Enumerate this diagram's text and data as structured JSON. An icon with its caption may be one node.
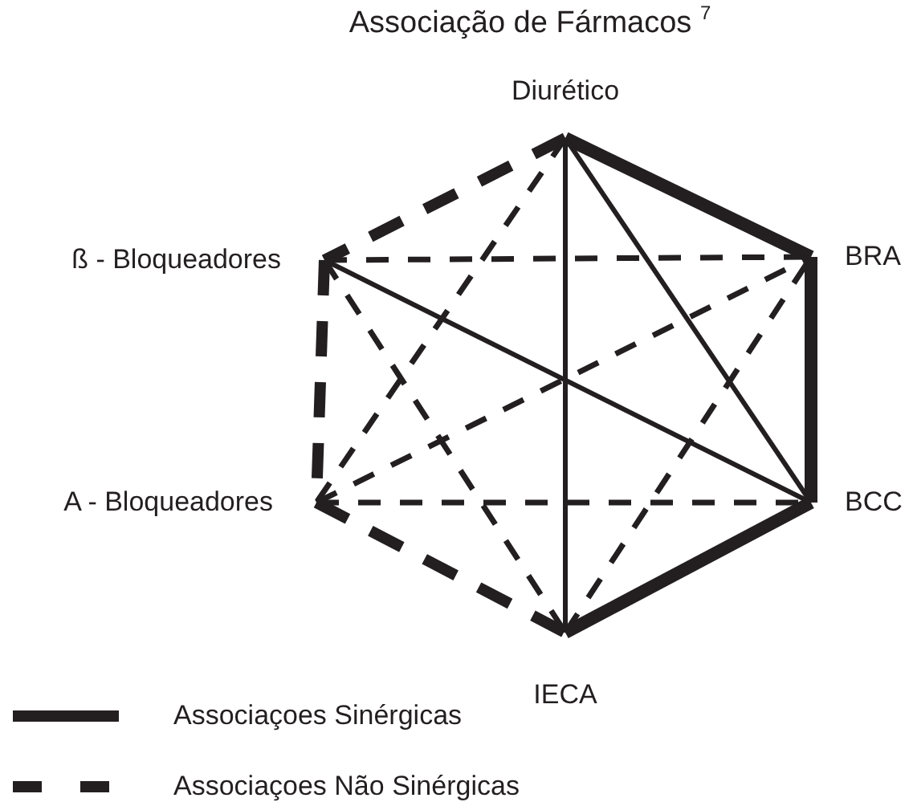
{
  "diagram": {
    "title": "Associação de Fármacos $^{7}$",
    "nodes": [
      {
        "text": [
          "Diurético"
        ]
      },
      {
        "text": [
          "BRA"
        ]
      },
      {
        "text": [
          "BCC"
        ]
      },
      {
        "text": [
          "IECA"
        ]
      },
      {
        "text": [
          "A - Bloqueadores"
        ]
      },
      {
        "text": [
          "ß - Bloqueadores"
        ]
      }
    ],
    "edges": [
      {
        "from": 0,
        "to": 1,
        "arrow": "none",
        "style": "thick"
      },
      {
        "from": 1,
        "to": 2,
        "arrow": "none",
        "style": "thick"
      },
      {
        "from": 2,
        "to": 3,
        "arrow": "none",
        "style": "thick"
      },
      {
        "from": 0,
        "to": 3,
        "arrow": "none"
      },
      {
        "from": 0,
        "to": 2,
        "arrow": "none"
      },
      {
        "from": 5,
        "to": 2,
        "arrow": "none"
      },
      {
        "from": 0,
        "to": 5,
        "arrow": "none",
        "style": "dashed"
      },
      {
        "from": 5,
        "to": 4,
        "arrow": "none",
        "style": "dashed"
      },
      {
        "from": 4,
        "to": 3,
        "arrow": "none",
        "style": "dashed"
      },
      {
        "from": 5,
        "to": 1,
        "arrow": "none",
        "style": "dashed"
      },
      {
        "from": 4,
        "to": 2,
        "arrow": "none",
        "style": "dashed"
      },
      {
        "from": 0,
        "to": 4,
        "arrow": "none",
        "style": "dashed"
      },
      {
        "from": 5,
        "to": 3,
        "arrow": "none",
        "style": "dashed"
      },
      {
        "from": 4,
        "to": 1,
        "arrow": "none",
        "style": "dashed"
      },
      {
        "from": 3,
        "to": 1,
        "arrow": "none",
        "style": "dashed"
      }
    ],
    "legend": [
      {
        "text": "Associaçoes Sinérgicas"
      },
      {
        "text": "Associaçoes Não Sinérgicas"
      }
    ]
  }
}
